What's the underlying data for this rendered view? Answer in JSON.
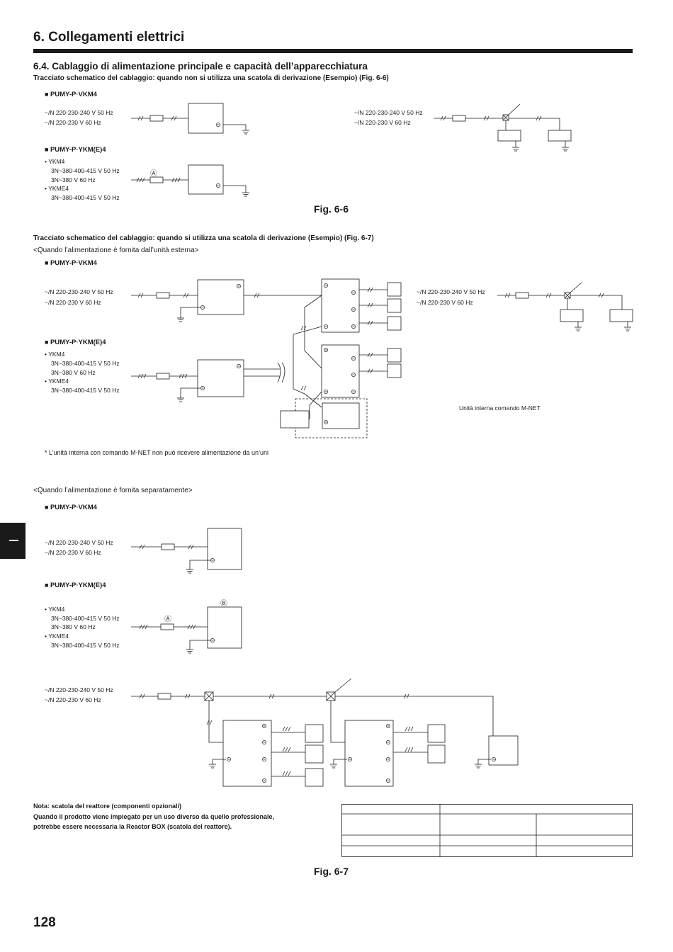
{
  "header": {
    "title": "6.  Collegamenti elettrici",
    "section": "6.4.  Cablaggio di alimentazione principale e capacità dell’apparecchiatura"
  },
  "fig66": {
    "caption": "Tracciato schematico del cablaggio: quando non si utilizza una scatola di derivazione (Esempio) (Fig. 6-6)",
    "model_vkm4": "PUMY-P·VKM4",
    "model_ykm": "PUMY-P·YKM(E)4",
    "supply_50": "~/N 220-230-240 V 50 Hz",
    "supply_60": "~/N 220-230 V 60 Hz",
    "ykm_lines": [
      "YKM4",
      "3N~380-400-415 V 50 Hz",
      "3N~380 V 60 Hz",
      "YKME4",
      "3N~380-400-415 V 50 Hz"
    ],
    "label_a": "Ⓐ",
    "label_b": "Ⓑ",
    "fig_label": "Fig. 6-6"
  },
  "fig67": {
    "caption": "Tracciato schematico del cablaggio: quando si utilizza una scatola di derivazione (Esempio) (Fig. 6-7)",
    "sub1": "<Quando l’alimentazione è fornita dall’unità esterna>",
    "model_vkm4": "PUMY-P·VKM4",
    "model_ykm": "PUMY-P·YKM(E)4",
    "supply_50": "~/N 220-230-240 V 50 Hz",
    "supply_60": "~/N 220-230 V 60 Hz",
    "ykm_lines": [
      "YKM4",
      "3N~380-400-415 V 50 Hz",
      "3N~380 V 60 Hz",
      "YKME4",
      "3N~380-400-415 V 50 Hz"
    ],
    "mnet_label": "Unità interna comando M-NET",
    "footnote": "* L’unità interna con comando M-NET non può ricevere alimentazione da un’uni",
    "sub2": "<Quando l’alimentazione è fornita separatamente>",
    "label_a": "Ⓐ",
    "label_b": "Ⓑ",
    "fig_label": "Fig. 6-7"
  },
  "note": {
    "title": "Nota: scatola del reattore (componenti opzionali)",
    "line1": "Quando il prodotto viene impiegato per un uso diverso da quello professionale,",
    "line2": "potrebbe essere necessaria la Reactor BOX (scatola del reattore)."
  },
  "page": {
    "number": "128"
  }
}
